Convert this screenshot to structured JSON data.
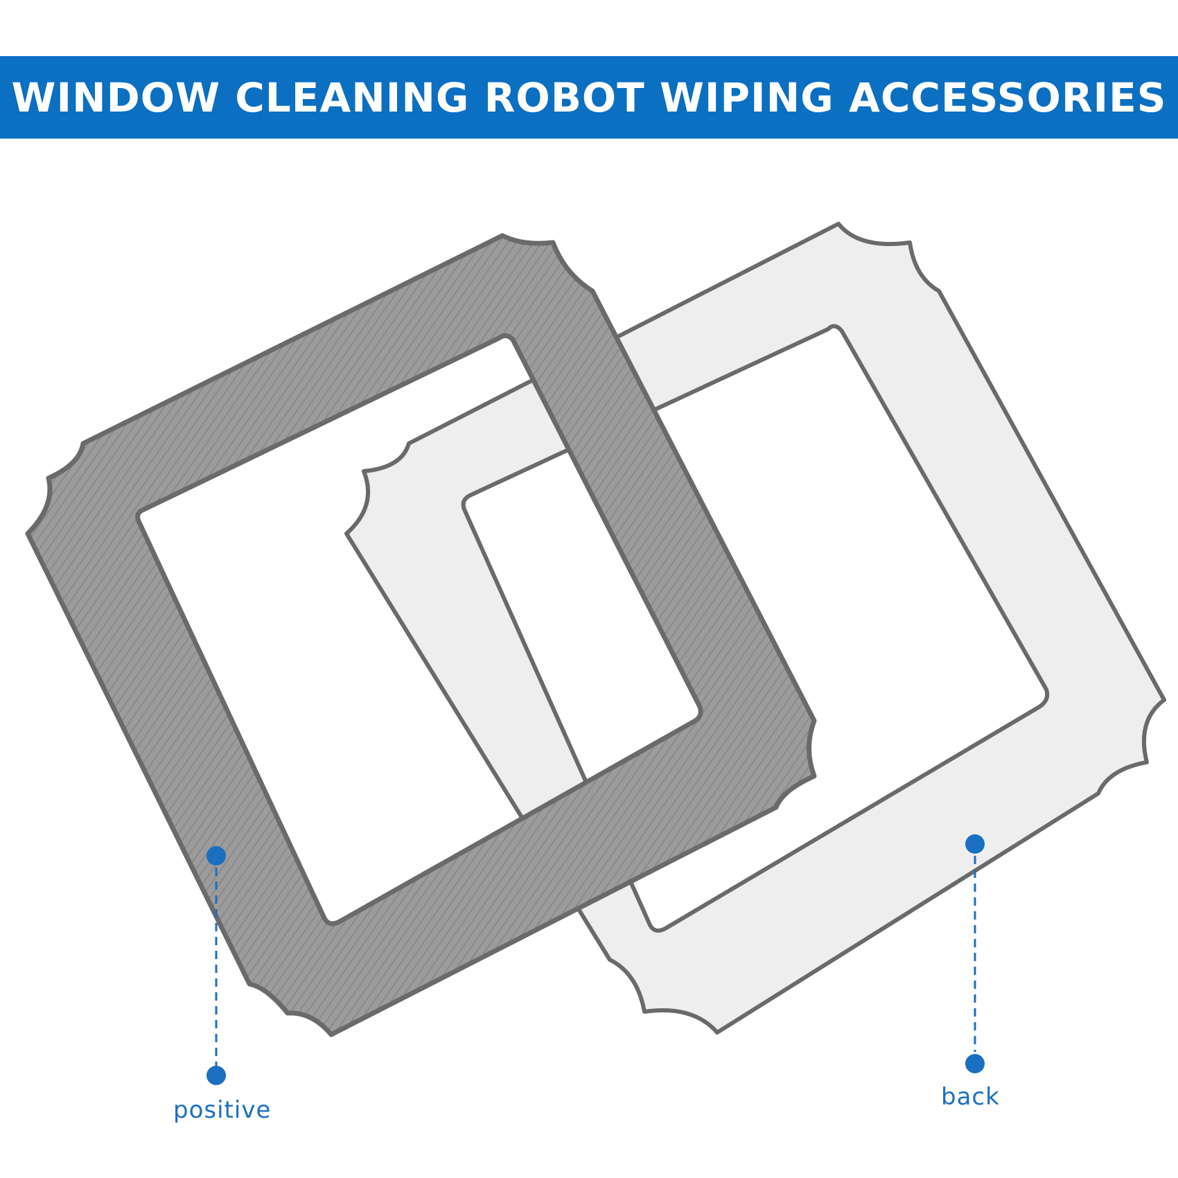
{
  "banner": {
    "title": "WINDOW CLEANING ROBOT WIPING ACCESSORIES",
    "background_color": "#0b6fc2",
    "text_color": "#ffffff"
  },
  "labels": {
    "positive": "positive",
    "back": "back",
    "color": "#1b6fc0"
  },
  "pads": {
    "front_color": "#9c9c9c",
    "back_color": "#eeeeee",
    "trim_color": "#6a6a6a"
  }
}
